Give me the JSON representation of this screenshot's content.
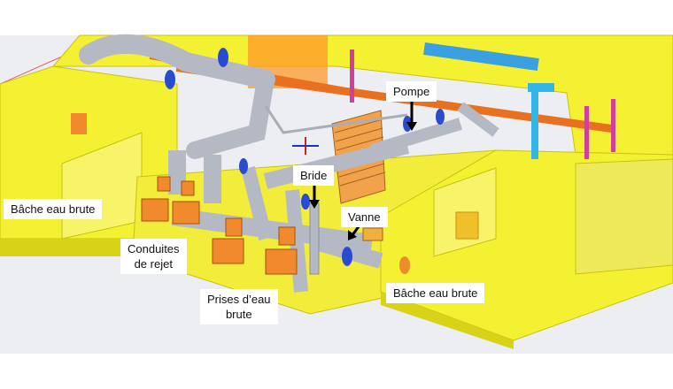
{
  "labels": {
    "pompe": "Pompe",
    "bride": "Bride",
    "vanne": "Vanne",
    "bache_left": "Bâche eau brute",
    "bache_right": "Bâche eau brute",
    "conduites": [
      "Conduites",
      "de rejet"
    ],
    "prises": [
      "Prises d’eau",
      "brute"
    ]
  },
  "colors": {
    "structure": "#f4f032",
    "structure_shadow": "#d8d218",
    "pipe": "#b4b9c4",
    "pipe_dark": "#8c919c",
    "flange_blue": "#2a4bd0",
    "pump_orange": "#f08a2c",
    "duct_orange": "#e8701e",
    "water_cyan": "#33b5e8",
    "arrow": "#000000"
  }
}
